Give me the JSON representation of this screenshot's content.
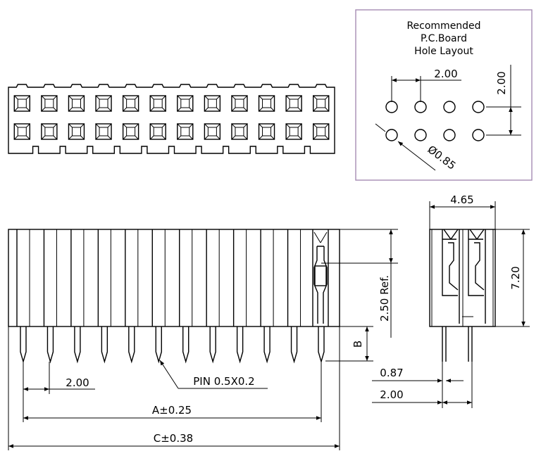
{
  "pcb_layout": {
    "title_line1": "Recommended",
    "title_line2": "P.C.Board",
    "title_line3": "Hole  Layout",
    "pitch_h": "2.00",
    "pitch_v": "2.00",
    "hole_dia": "Ø0.85"
  },
  "front_view": {
    "ref_height": "2.50  Ref.",
    "tail_length": "B",
    "pitch": "2.00",
    "pin_callout": "PIN  0.5X0.2",
    "dim_a": "A±0.25",
    "dim_c": "C±0.38"
  },
  "side_view": {
    "width": "4.65",
    "height": "7.20",
    "pin_width": "0.87",
    "row_pitch": "2.00"
  },
  "colors": {
    "line": "#000000",
    "frame": "#a68bb3"
  }
}
